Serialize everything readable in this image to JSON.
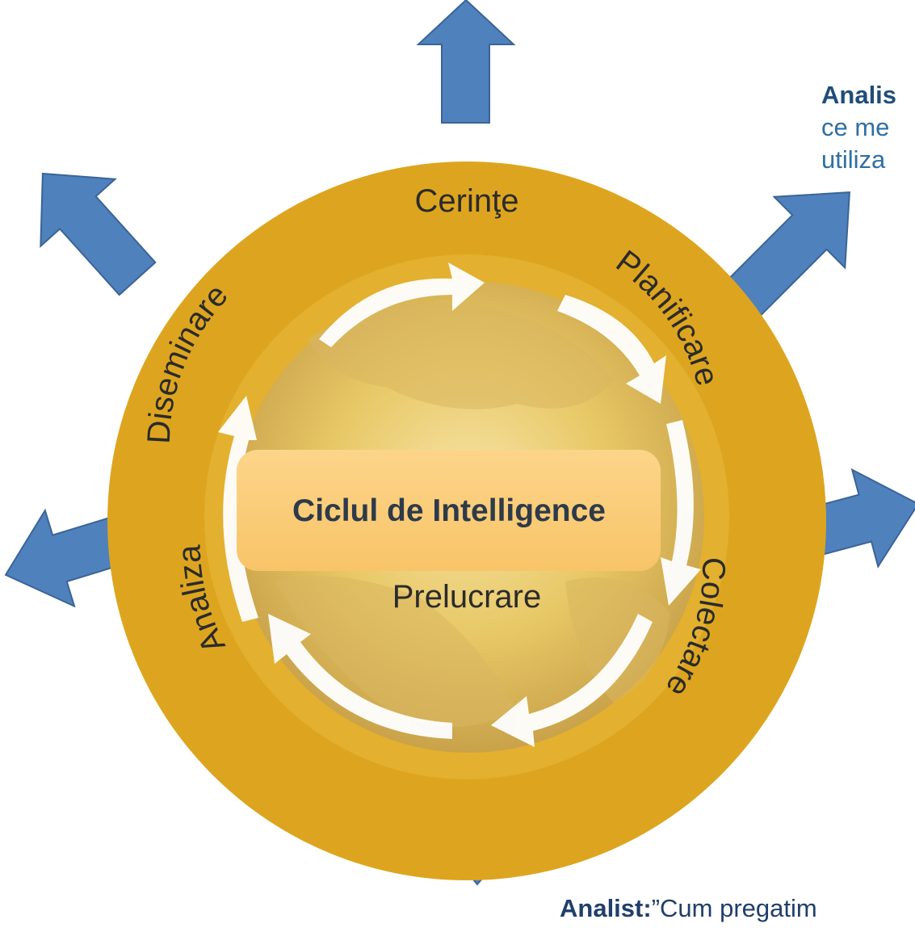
{
  "diagram": {
    "center_title": "Ciclul de Intelligence",
    "stages": [
      {
        "key": "cerinte",
        "label": "Cerinţe"
      },
      {
        "key": "planificare",
        "label": "Planificare"
      },
      {
        "key": "colectare",
        "label": "Colectare"
      },
      {
        "key": "prelucrare",
        "label": "Prelucrare"
      },
      {
        "key": "analiza",
        "label": "Analiza"
      },
      {
        "key": "diseminare",
        "label": "Diseminare"
      }
    ]
  },
  "notes": {
    "top_right": {
      "bold": "Analis",
      "line2": "ce me",
      "line3": "utiliza"
    },
    "bottom": {
      "bold": "Analist:",
      "text": "”Cum pregatim"
    }
  },
  "colors": {
    "ring": "#DDA51F",
    "inner_glow": "#F5D97B",
    "arrow_blue": "#4F81BD",
    "arrow_blue_stroke": "#3A6496",
    "center_box": "#FCCC74"
  }
}
